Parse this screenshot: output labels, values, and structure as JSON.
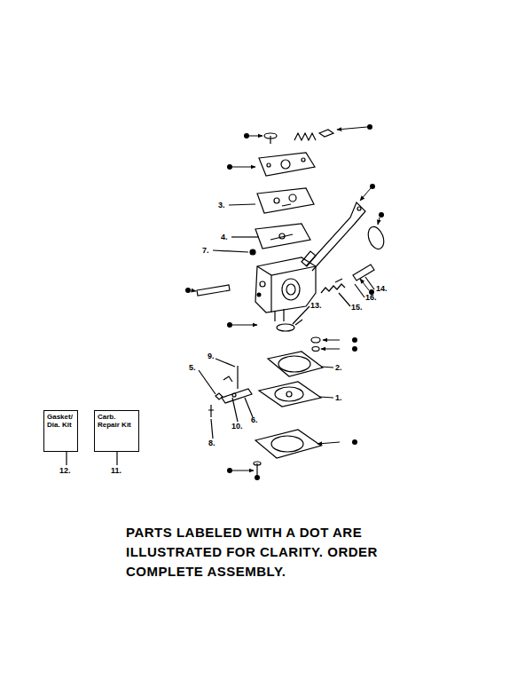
{
  "diagram": {
    "nodes": [
      {
        "text": [
          "Gasket/ Dia. Kit"
        ]
      },
      {
        "text": [
          "Carb. Repair Kit"
        ]
      }
    ],
    "labels": [
      "3.",
      "4.",
      "7.",
      "13.",
      "14.",
      "15.",
      "16.",
      "2.",
      "1.",
      "5.",
      "9.",
      "10.",
      "6.",
      "8.",
      "12.",
      "11.",
      "PARTS LABELED WITH A DOT ARE ILLUSTRATED FOR CLARITY. ORDER COMPLETE ASSEMBLY."
    ]
  }
}
